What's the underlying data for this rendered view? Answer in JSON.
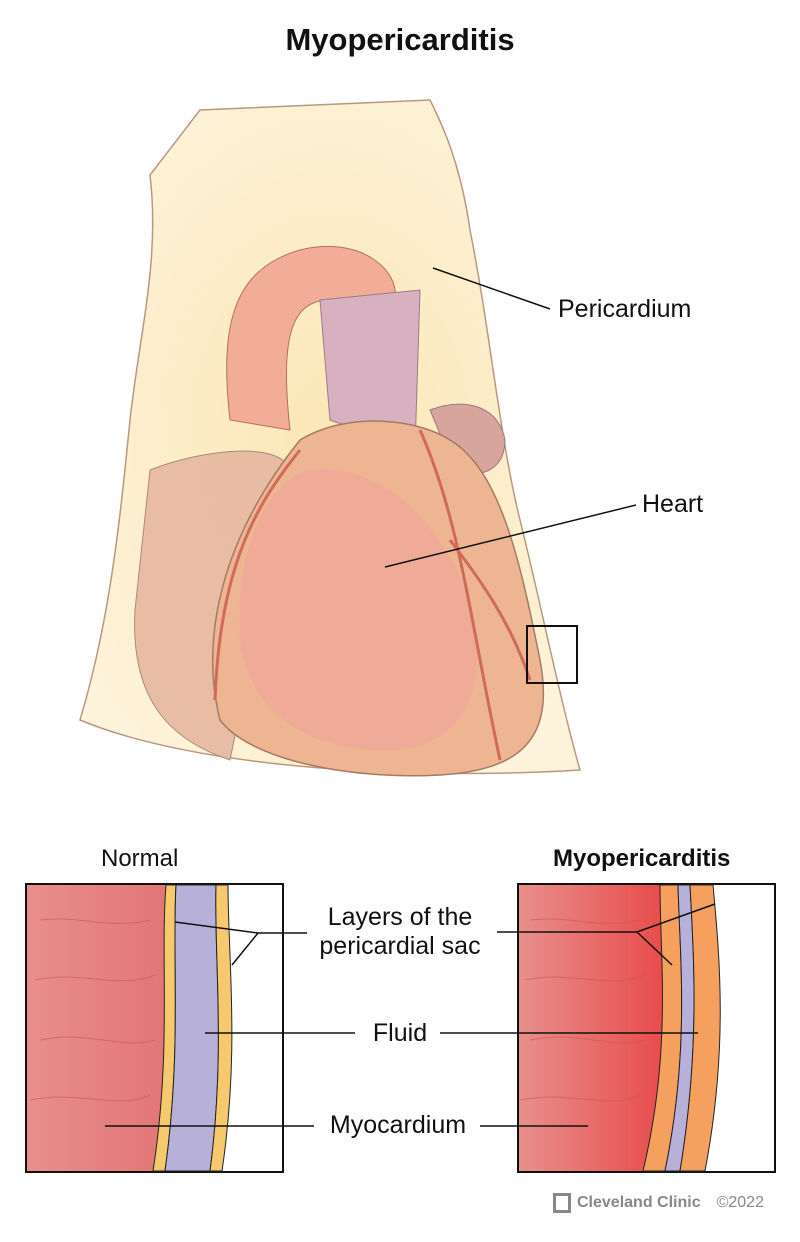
{
  "title": "Myopericarditis",
  "main_labels": {
    "pericardium": "Pericardium",
    "heart": "Heart"
  },
  "panels": {
    "normal": "Normal",
    "myopericarditis": "Myopericarditis"
  },
  "callouts": {
    "layers_line1": "Layers of the",
    "layers_line2": "pericardial sac",
    "fluid": "Fluid",
    "myocardium": "Myocardium"
  },
  "footer": {
    "brand": "Cleveland Clinic",
    "copyright": "©2022"
  }
}
